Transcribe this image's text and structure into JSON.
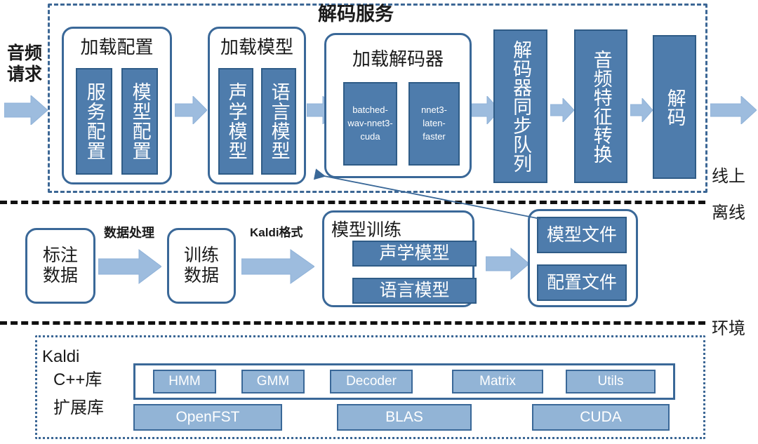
{
  "diagram": {
    "title": "解码服务",
    "section_labels": {
      "online": "线上",
      "offline": "离线",
      "environment": "环境"
    },
    "entry": {
      "label": "音频\n请求",
      "arrow_icon": "right-block-arrow-icon"
    },
    "online": {
      "groups": [
        {
          "title": "加载配置",
          "blocks": [
            "服务配置",
            "模型配置"
          ]
        },
        {
          "title": "加载模型",
          "blocks": [
            "声学模型",
            "语言模型"
          ]
        },
        {
          "title": "加载解码器",
          "blocks": [
            "batched-wav-nnet3-cuda",
            "nnet3-laten-faster"
          ]
        }
      ],
      "stages": [
        "解码器同步队列",
        "音频特征转换",
        "解码"
      ]
    },
    "offline": {
      "nodes": [
        {
          "label": "标注\n数据"
        },
        {
          "label": "训练\n数据"
        }
      ],
      "edge_labels": [
        "数据处理",
        "Kaldi格式"
      ],
      "training_group": {
        "title": "模型训练",
        "blocks": [
          "声学模型",
          "语言模型"
        ]
      },
      "artifacts_group": {
        "blocks": [
          "模型文件",
          "配置文件"
        ]
      },
      "feedback_arrow": "model-load-feedback-arrow-icon"
    },
    "environment": {
      "vendor": "Kaldi",
      "row_labels": [
        "C++库",
        "扩展库"
      ],
      "cpp_libs": [
        "HMM",
        "GMM",
        "Decoder",
        "Matrix",
        "Utils"
      ],
      "ext_libs": [
        "OpenFST",
        "BLAS",
        "CUDA"
      ]
    },
    "colors": {
      "block_fill": "#4E7CAC",
      "block_border": "#2F5C87",
      "lib_fill": "#92B4D6",
      "group_border": "#3A6898",
      "arrow_fill": "#9DBCDE",
      "arrow_stroke": "#7FA7D0",
      "dashed_blue": "#3C6795",
      "divider_black": "#111111"
    }
  }
}
